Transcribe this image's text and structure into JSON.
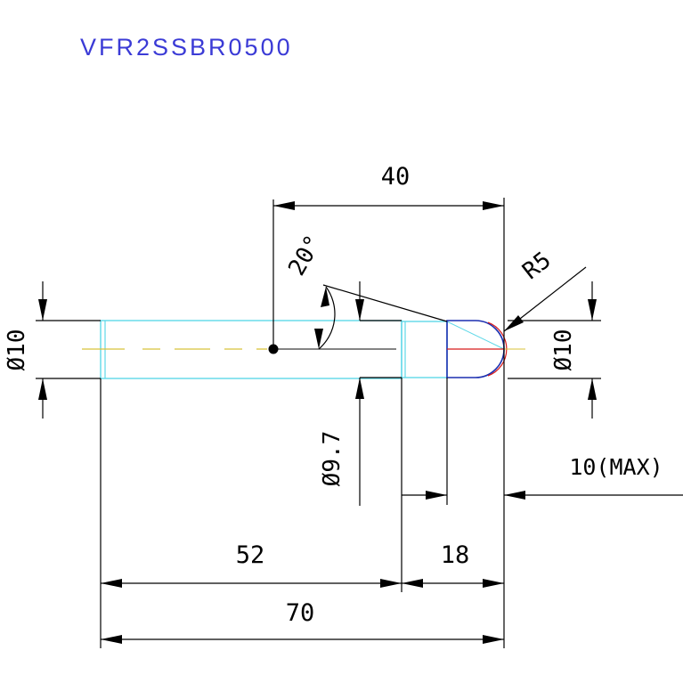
{
  "title": "VFR2SSBR0500",
  "colors": {
    "title": "#3b3bd6",
    "body_outline": "#5fd8e8",
    "ball_outline": "#1b2fb0",
    "centerline": "#d8c23a",
    "red_axis": "#d81a1a",
    "dimension": "#000000"
  },
  "dimensions": {
    "total_length": "70",
    "shank_length": "52",
    "tip_length": "18",
    "reference_length": "40",
    "stroke": "10(MAX)",
    "angle": "20°",
    "radius": "R5",
    "body_diameter_left": "Ø10",
    "body_diameter_right": "Ø10",
    "neck_diameter": "Ø9.7"
  }
}
